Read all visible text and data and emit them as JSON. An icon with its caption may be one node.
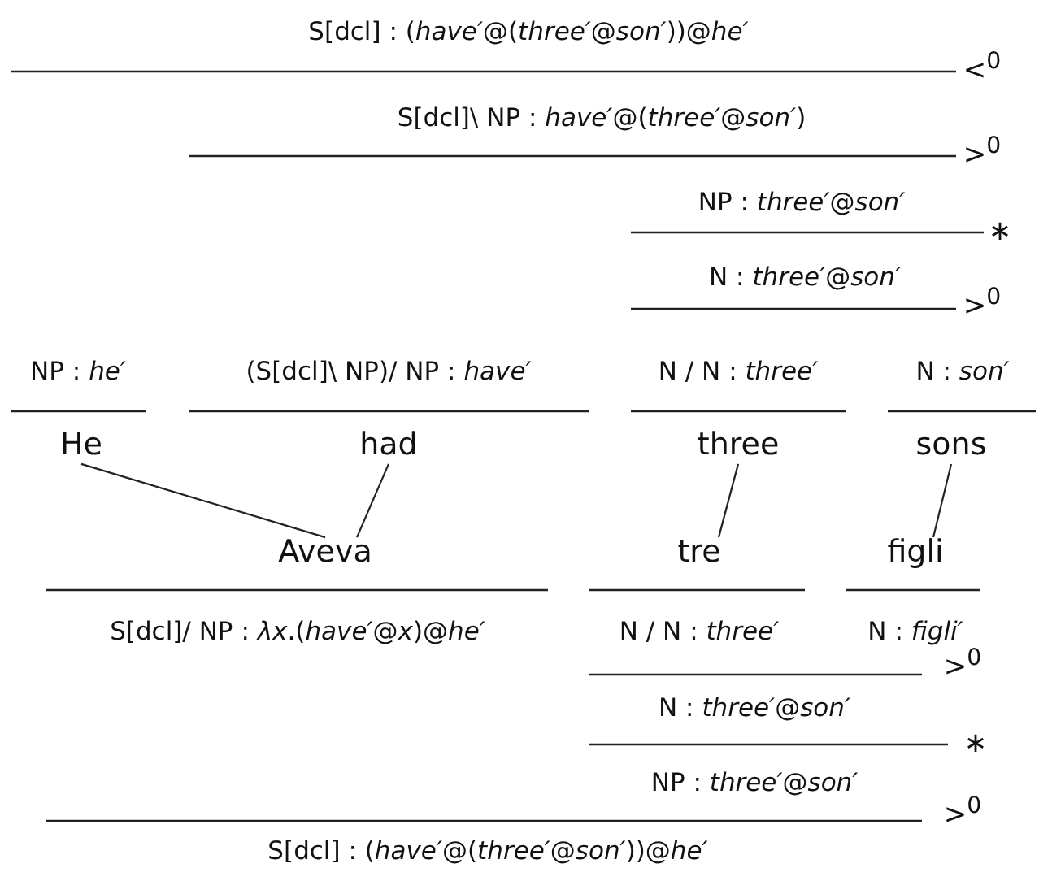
{
  "diagram": {
    "nodes": [
      {
        "text": [
          "He"
        ]
      },
      {
        "text": [
          "had"
        ]
      },
      {
        "text": [
          "three"
        ]
      },
      {
        "text": [
          "sons"
        ]
      },
      {
        "text": [
          "Aveva"
        ]
      },
      {
        "text": [
          "tre"
        ]
      },
      {
        "text": [
          "figli"
        ]
      }
    ],
    "edges": [
      {
        "from": 0,
        "to": 4,
        "arrow": "none"
      },
      {
        "from": 1,
        "to": 4,
        "arrow": "none"
      },
      {
        "from": 2,
        "to": 5,
        "arrow": "none"
      },
      {
        "from": 3,
        "to": 6,
        "arrow": "none"
      }
    ],
    "labels": [
      "S[dcl] : (*have′*@(*three′*@*son′*))@*he′*",
      "<$^{0}$",
      "S[dcl]\\ NP : *have′*@(*three′*@*son′*)",
      ">$^{0}$",
      "NP : *three′*@*son′*",
      "∗",
      "N : *three′*@*son′*",
      ">$^{0}$",
      "NP : *he′*",
      "(S[dcl]\\ NP)/ NP : *have′*",
      "N / N : *three′*",
      "N : *son′*",
      "S[dcl]/ NP : *λx*.(*have′*@*x*)@*he′*",
      "N / N : *three′*",
      "N : *figli′*",
      ">$^{0}$",
      "N : *three′*@*son′*",
      "∗",
      "NP : *three′*@*son′*",
      ">$^{0}$",
      "S[dcl] : (*have′*@(*three′*@*son′*))@*he′*"
    ]
  }
}
